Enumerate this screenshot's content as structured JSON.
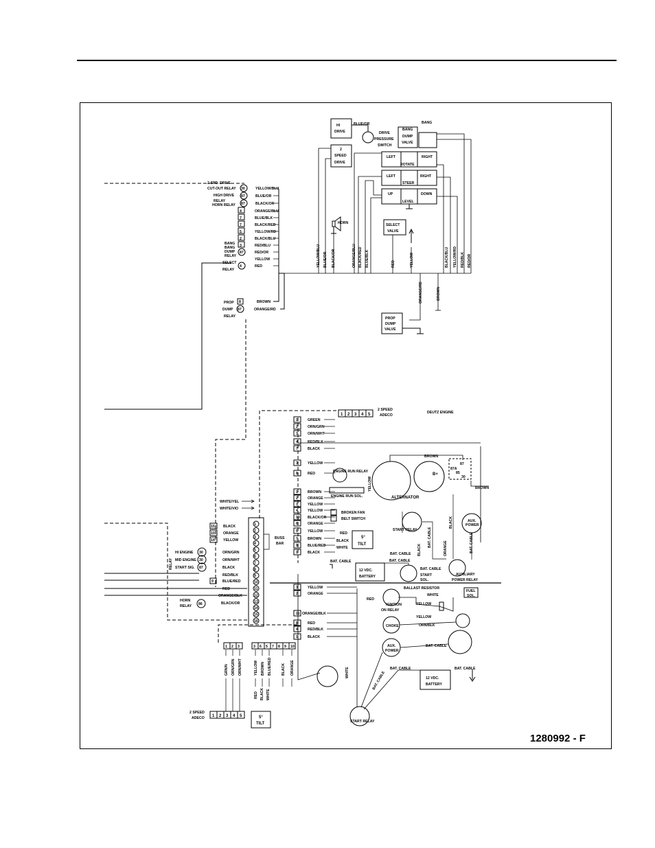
{
  "part_number": "1280992 - F",
  "top_right": {
    "hi_drive": [
      "HI",
      "DRIVE"
    ],
    "blue_or_wire": "BLUE/OR",
    "drive_pressure_switch": [
      "DRIVE",
      "PRESSURE",
      "SWITCH"
    ],
    "two_speed_drive": [
      "2",
      "SPEED",
      "DRIVE"
    ],
    "bang_label": "BANG",
    "bang_dump_valve": [
      "BANG",
      "DUMP",
      "VALVE"
    ],
    "rotate": {
      "left": "LEFT",
      "name": "ROTATE",
      "right": "RIGHT"
    },
    "steer": {
      "left": "LEFT",
      "name": "STEER",
      "right": "RIGHT"
    },
    "level": {
      "up": "UP",
      "name": "LEVEL",
      "down": "DOWN"
    },
    "horn": "HORN",
    "select_valve": [
      "SELECT",
      "VALVE"
    ],
    "bus_wires": [
      "YELLOW/BLU",
      "BLUE/OR",
      "BLACK/OR",
      "ORANGE/BLU",
      "BLACK/RED",
      "BLUE/BLK",
      "RED",
      "YELLOW",
      "BLACK/BLU",
      "YELLOW/RD",
      "RED/BLK",
      "RED/OR"
    ],
    "orange_rd": "ORANGE/RD",
    "brown": "BROWN",
    "prop_dump_valve": [
      "PROP",
      "DUMP",
      "VALVE"
    ]
  },
  "top_left": {
    "relays": [
      {
        "name": "2-SPD. DRIVE",
        "pin": "",
        "wire": ""
      },
      {
        "name": "CUT-OUT RELAY",
        "pin": "30",
        "wire": "YELLOW/BLU"
      },
      {
        "name": "HIGH DRIVE",
        "pin": "87",
        "wire": "BLUE/OR"
      },
      {
        "name": "RELAY",
        "pin": "",
        "wire": ""
      },
      {
        "name": "HORN RELAY",
        "pin": "87",
        "wire": "BLACK/OR"
      }
    ],
    "terminals": [
      {
        "num": "4",
        "wire": "ORANGE/BLU"
      },
      {
        "num": "7",
        "wire": "BLUE/BLK"
      },
      {
        "num": "7",
        "wire": "BLACK/RED"
      },
      {
        "num": "5",
        "wire": "YELLOW/RD"
      },
      {
        "num": "2",
        "wire": "BLACK/BLU"
      },
      {
        "num": "3",
        "wire": "RED/BLU"
      },
      {
        "num": "87",
        "wire": "RED/OR"
      },
      {
        "num": "",
        "wire": "YELLOW"
      },
      {
        "num": "4",
        "wire": "RED"
      }
    ],
    "bang_relay": [
      "BANG",
      "BANG",
      "DUMP",
      "RELAY"
    ],
    "select_relay": [
      "SELECT",
      "RELAY"
    ],
    "prop_relay": {
      "labels": [
        "PROP",
        "DUMP",
        "RELAY"
      ],
      "t1": "8",
      "w1": "BROWN",
      "t2": "87",
      "w2": "ORANGE/RD"
    }
  },
  "engine": {
    "adeco": {
      "title": [
        "2 SPEED",
        "ADECO"
      ],
      "cells": [
        "1",
        "2",
        "3",
        "4",
        "5"
      ]
    },
    "deutz": "DEUTZ ENGINE",
    "wires": [
      {
        "n": "1",
        "w": "GREEN"
      },
      {
        "n": "2",
        "w": "ORN/GRN"
      },
      {
        "n": "3",
        "w": "ORN/WHT"
      },
      {
        "n": "4",
        "w": "RED/BLK"
      },
      {
        "n": "7",
        "w": "BLACK"
      },
      {
        "n": "3",
        "w": "YELLOW"
      },
      {
        "n": "8",
        "w": "RED"
      },
      {
        "n": "1",
        "w": "BROWN"
      },
      {
        "n": "2",
        "w": "ORANGE"
      },
      {
        "n": "3",
        "w": "YELLOW"
      },
      {
        "n": "4",
        "w": "YELLOW"
      },
      {
        "n": "10",
        "w": "BLACK/OR"
      },
      {
        "n": "6",
        "w": "ORANGE"
      },
      {
        "n": "5",
        "w": "YELLOW"
      },
      {
        "n": "7",
        "w": "BROWN"
      },
      {
        "n": "9",
        "w": "BLUE/RED"
      },
      {
        "n": "1",
        "w": "BLACK"
      }
    ],
    "engine_run_relay": "ENGINE RUN RELAY",
    "engine_run_sol": "ENGINE RUN SOL.",
    "yellow_v": "YELLOW",
    "alternator": "ALTERNATOR",
    "b_plus": "B+",
    "brown_top": "BROWN",
    "brown_right": "BROWN",
    "relay_pins": [
      "87",
      "87A",
      "85",
      "30"
    ],
    "broken_fan": "BROKEN FAN",
    "belt_switch": "BELT SWITCH",
    "start_relay": "START RELAY",
    "aux_power": [
      "AUX.",
      "POWER"
    ],
    "tilt_wires": [
      "RED",
      "BLACK",
      "WHITE"
    ],
    "tilt": [
      "5°",
      "TILT"
    ],
    "bat_cable": "BAT. CABLE",
    "battery": [
      "12 VDC.",
      "BATTERY"
    ],
    "start_sol": [
      "START",
      "SOL."
    ],
    "aux_power_relay": [
      "AUXILIARY",
      "POWER RELAY"
    ],
    "black_v": "BLACK",
    "orange_v": "ORANGE",
    "bat_cable_v": "BAT. CABLE"
  },
  "bus": {
    "white_yel": "WHITE/YEL",
    "white_vio": "WHITE/VIO",
    "left_terms": [
      {
        "n": "15",
        "w": "BLACK"
      },
      {
        "n": "10",
        "w": "ORANGE"
      },
      {
        "n": "14",
        "w": "YELLOW"
      }
    ],
    "bus_bar": [
      "BUSS",
      "BAR"
    ],
    "relay_block": [
      {
        "name": "HI ENGINE",
        "pin": "30",
        "w": "ORN/GRN"
      },
      {
        "name": "MID ENGINE",
        "pin": "30",
        "w": "ORN/WHT"
      },
      {
        "name": "START SIG.",
        "pin": "87",
        "w": "BLACK"
      }
    ],
    "relay_word": "RELAY",
    "lower_terms": [
      {
        "n": "",
        "w": "RED/BLK"
      },
      {
        "n": "9",
        "w": "BLUE/RED"
      },
      {
        "n": "",
        "w": "RED"
      },
      {
        "n": "",
        "w": "ORANGE/BLK"
      }
    ],
    "horn_relay": {
      "name": [
        "HORN",
        "RELAY"
      ],
      "pin": "86",
      "w": "BLACK/OR"
    },
    "pin_numbers": [
      "1",
      "2",
      "3",
      "4",
      "5",
      "6",
      "7",
      "8",
      "9",
      "10",
      "11",
      "12",
      "13",
      "14",
      "15",
      "16"
    ]
  },
  "lower": {
    "wires": [
      {
        "n": "3",
        "w": "YELLOW"
      },
      {
        "n": "2",
        "w": "ORANGE"
      },
      {
        "n": "11",
        "w": "ORANGE/BLK"
      },
      {
        "n": "8",
        "w": "RED"
      },
      {
        "n": "4",
        "w": "RED/BLK"
      },
      {
        "n": "1",
        "w": "BLACK"
      }
    ],
    "ballast": "BALLAST RESISTOR",
    "ignition_relay": [
      "IGNITION",
      "ON RELAY"
    ],
    "red": "RED",
    "white": "WHITE",
    "yellow1": "YELLOW",
    "yellow2": "YELLOW",
    "fuel_sol": [
      "FUEL",
      "SOL."
    ],
    "choke": "CHOKE",
    "orn_blk": "ORN/BLK",
    "aux_power": [
      "AUX.",
      "POWER"
    ],
    "bat_cable_1": "BAT. CABLE",
    "bat_cable_2": "BAT. CABLE",
    "bat_cable_3": "BAT. CABLE",
    "bat_cable_4": "BAT. CABLE",
    "battery": [
      "12 VDC.",
      "BATTERY"
    ],
    "white_v": "WHITE",
    "start_relay": "START RELAY",
    "connector_nums": [
      "1",
      "2",
      "3",
      "3",
      "6",
      "5",
      "7",
      "8",
      "9",
      "10"
    ],
    "connector_wires": [
      "GRN/N",
      "ORN/GRN",
      "ORN/WHT",
      "YELLOW",
      "BROWN",
      "BLUE/RED",
      "BLACK",
      "ORANGE"
    ],
    "tilt_wires": [
      "RED",
      "BLACK",
      "WHITE"
    ],
    "tilt": [
      "5°",
      "TILT"
    ],
    "adeco": {
      "title": [
        "2 SPEED",
        "ADECO"
      ],
      "cells": [
        "1",
        "2",
        "3",
        "4",
        "5"
      ]
    }
  }
}
